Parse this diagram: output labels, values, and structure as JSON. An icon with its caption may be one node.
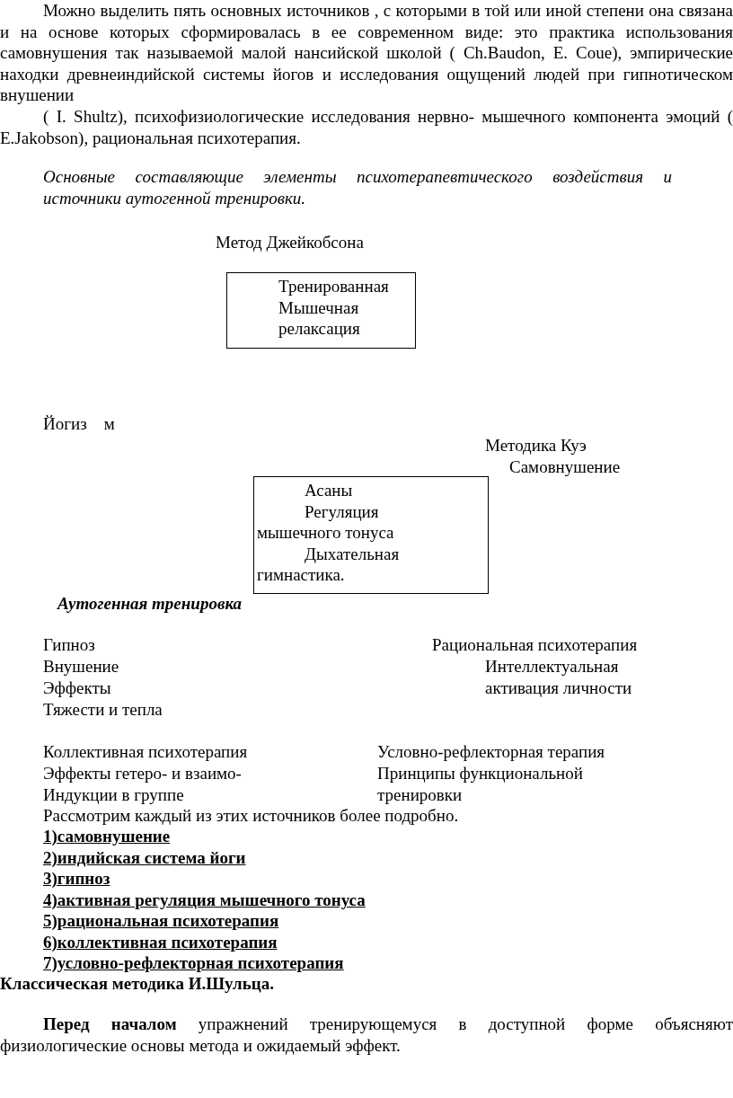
{
  "diagram": {
    "nodes": [
      {
        "text": [
          "Тренированная Мышечная релаксация"
        ]
      },
      {
        "text": [
          "Асаны",
          "Регуляция мышечного тонуса",
          "Дыхательная гимнастика."
        ]
      }
    ],
    "labels": [
      "Можно выделить пять основных источников , с которыми в той или иной степени она связана и на основе которых сформировалась в ее современном виде: это практика использования самовнушения так называемой малой нансийской школой ( Ch.Baudon, E. Coue), эмпирические находки древнеиндийской системы йогов и исследования ощущений людей при гипнотическом внушении",
      "( I. Shultz), психофизиологические исследования нервно- мышечного компонента эмоций ( E.Jakobson), рациональная психотерапия.",
      "Основные составляющие элементы психотерапевтического воздействия и источники аутогенной тренировки.",
      "Метод Джейкобсона",
      "Йогиз    м",
      "Методика Куэ",
      "Самовнушение",
      "Аутогенная тренировка",
      "Гипноз",
      "Рациональная психотерапия",
      "Внушение",
      "Интеллектуальная",
      "Эффекты",
      "активация личности",
      "Тяжести и тепла",
      "Коллективная психотерапия",
      "Условно-рефлекторная терапия",
      "Эффекты гетеро- и взаимо-",
      "Принципы функциональной",
      "Индукции в группе",
      "тренировки",
      "Рассмотрим каждый из этих источников более подробно.",
      "1)самовнушение",
      "2)индийская система йоги",
      "3)гипноз",
      "4)активная регуляция мышечного тонуса",
      "5)рациональная психотерапия",
      "6)коллективная психотерапия",
      "7)условно-рефлекторная психотерапия",
      "Классическая методика И.Шульца.",
      "**Перед началом** упражнений тренирующемуся в доступной форме объясняют физиологические основы метода и ожидаемый эффект."
    ]
  }
}
